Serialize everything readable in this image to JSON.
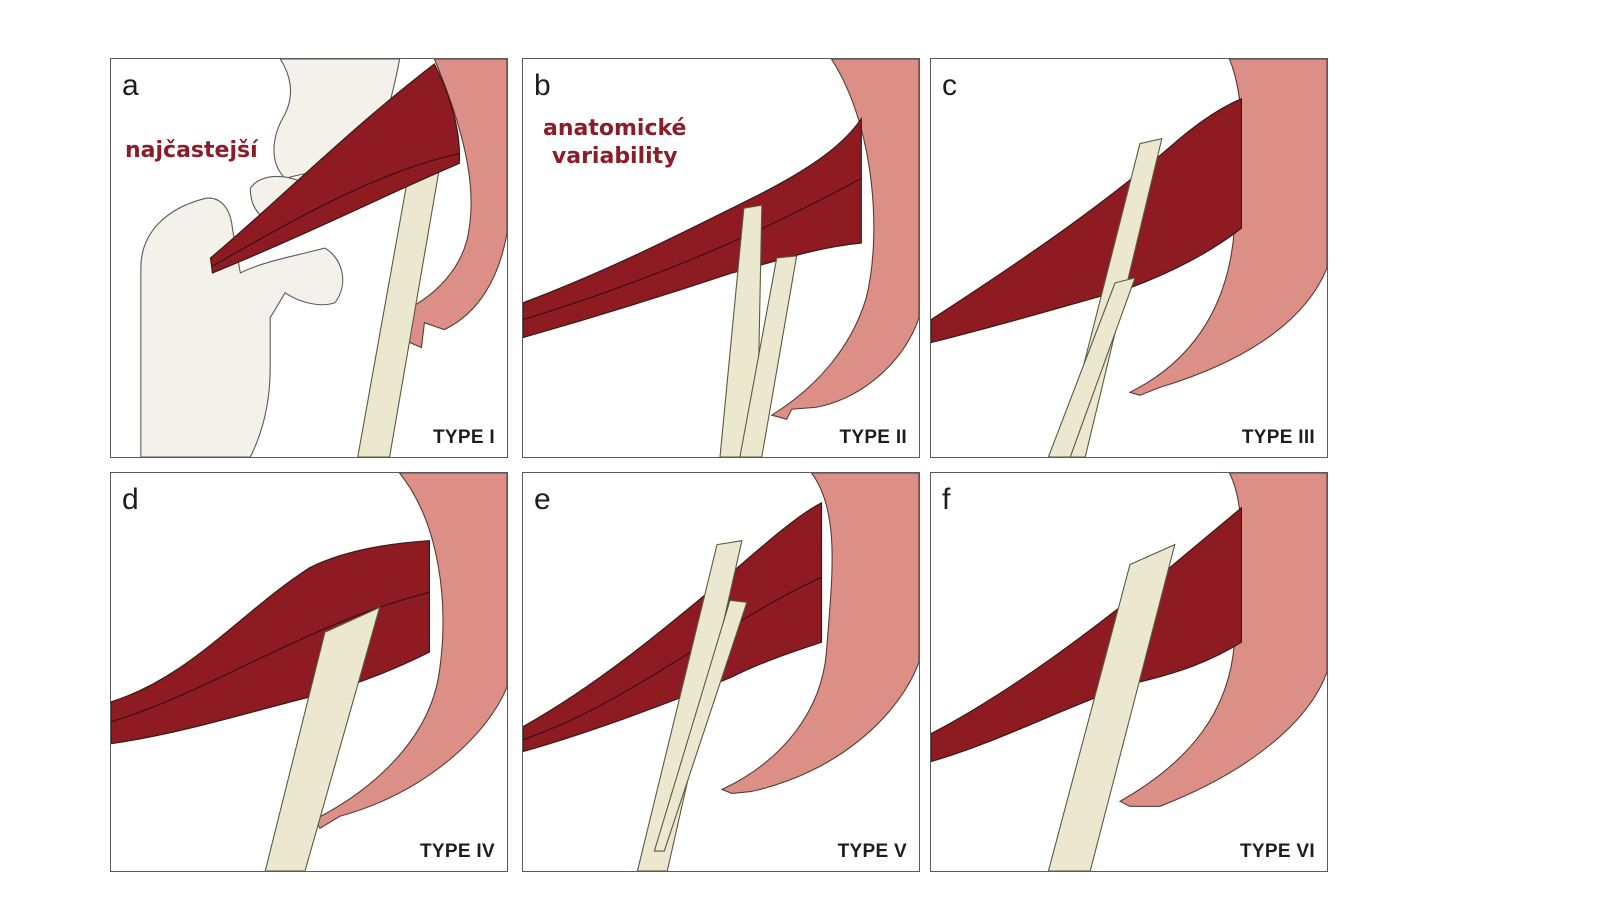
{
  "panels": [
    {
      "letter": "a",
      "type": "TYPE I",
      "annotation": "najčastejší"
    },
    {
      "letter": "b",
      "type": "TYPE II",
      "annotation": [
        "anatomické",
        "variability"
      ]
    },
    {
      "letter": "c",
      "type": "TYPE III"
    },
    {
      "letter": "d",
      "type": "TYPE IV"
    },
    {
      "letter": "e",
      "type": "TYPE V"
    },
    {
      "letter": "f",
      "type": "TYPE VI"
    }
  ],
  "colors": {
    "muscle": "#8e1a22",
    "nerve": "#ebe8cf",
    "ligament": "#dc8f86",
    "bone": "#f3f1ea",
    "annotation": "#8c1c26"
  }
}
